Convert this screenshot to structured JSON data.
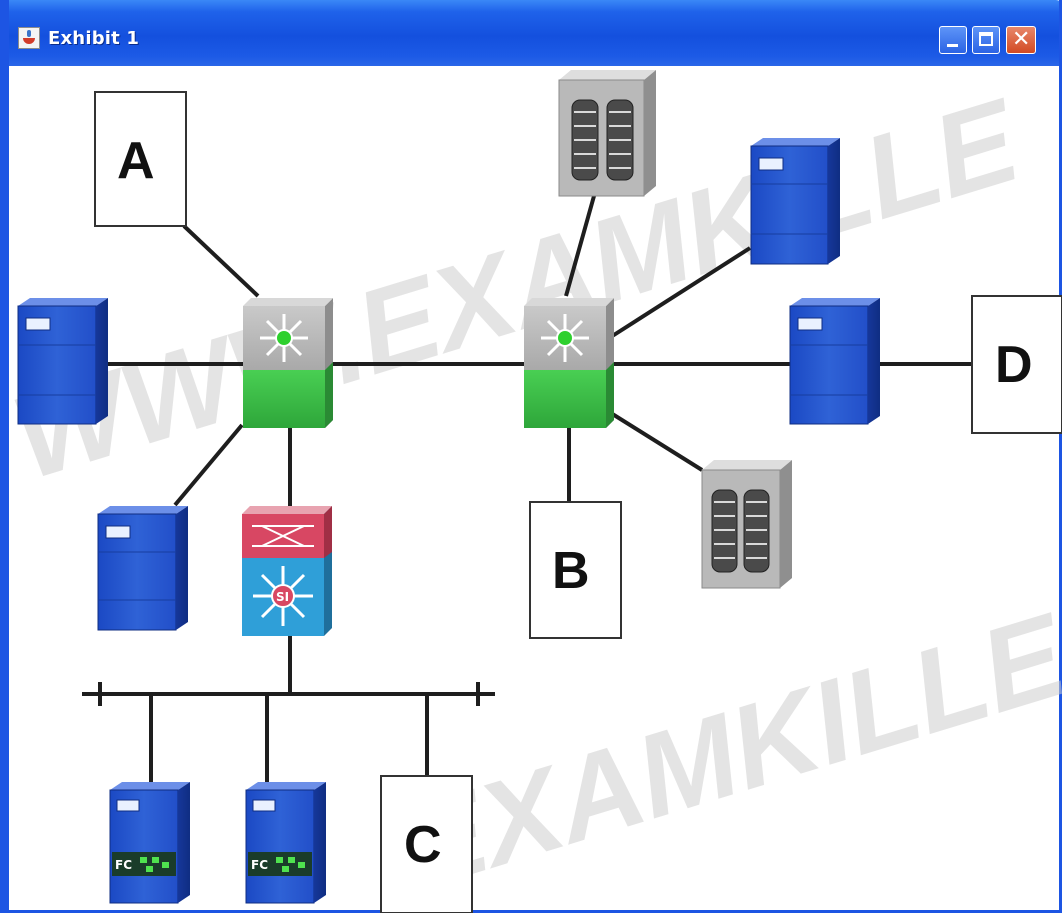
{
  "window": {
    "title": "Exhibit 1",
    "app_icon": "java-cup-icon",
    "controls": {
      "minimize": "minimize-icon",
      "maximize": "maximize-icon",
      "close": "close-icon",
      "close_glyph": "✕"
    }
  },
  "diagram": {
    "labels": {
      "a": "A",
      "b": "B",
      "c": "C",
      "d": "D"
    },
    "watermark_1": "WWW.EXAMKILLE",
    "watermark_2": "EXAMKILLE",
    "fc_label": "FC",
    "colors": {
      "server": "#2f62d6",
      "switch_top": "#b7b7b7",
      "switch_bottom": "#3cc047",
      "storage": "#b9b9b9",
      "l3_switch_top": "#d84763",
      "l3_switch_bottom": "#2f9fd8",
      "link": "#1e1e1e"
    }
  }
}
